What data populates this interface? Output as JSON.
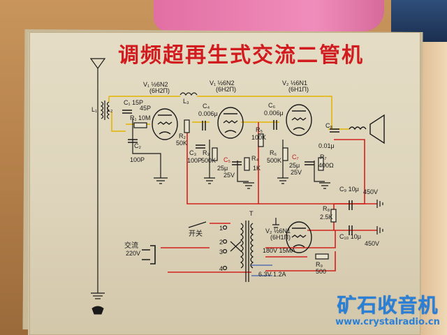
{
  "photo": {
    "title": "调频超再生式交流二管机"
  },
  "schematic": {
    "tube_labels": [
      {
        "id": "v1a",
        "main": "V₁ ½6N2",
        "sub": "(6H2Π)"
      },
      {
        "id": "v1b",
        "main": "V₁ ½6N2",
        "sub": "(6H2Π)"
      },
      {
        "id": "v2a",
        "main": "V₂ ½6N1",
        "sub": "(6H1Π)"
      },
      {
        "id": "v2b",
        "main": "V₂ ½6N1",
        "sub": "(6H1Π)"
      }
    ],
    "component_labels": [
      {
        "id": "l1",
        "text": "L₁"
      },
      {
        "id": "l2",
        "text": "L₂"
      },
      {
        "id": "l3",
        "text": "L₃"
      },
      {
        "id": "c1",
        "text": "C₁ 15P"
      },
      {
        "id": "c1b",
        "text": "45P"
      },
      {
        "id": "r1",
        "text": "R₁ 10M"
      },
      {
        "id": "c2",
        "text": "C₂"
      },
      {
        "id": "c2v",
        "text": "100P"
      },
      {
        "id": "r2",
        "text": "R₂"
      },
      {
        "id": "r2v",
        "text": "50K"
      },
      {
        "id": "c3",
        "text": "C₃"
      },
      {
        "id": "c3v",
        "text": "100P"
      },
      {
        "id": "c4",
        "text": "C₄"
      },
      {
        "id": "c4v",
        "text": "0.006μ"
      },
      {
        "id": "r3",
        "text": "R₃"
      },
      {
        "id": "r3v",
        "text": "500K"
      },
      {
        "id": "c5",
        "text": "C₅"
      },
      {
        "id": "c5v",
        "text": "25μ"
      },
      {
        "id": "c5vv",
        "text": "25V"
      },
      {
        "id": "r4",
        "text": "R₄"
      },
      {
        "id": "r4v",
        "text": "1K"
      },
      {
        "id": "r5",
        "text": "R₅"
      },
      {
        "id": "r5v",
        "text": "100K"
      },
      {
        "id": "c6",
        "text": "C₆"
      },
      {
        "id": "c6v",
        "text": "0.006μ"
      },
      {
        "id": "r6",
        "text": "R₆"
      },
      {
        "id": "r6v",
        "text": "500K"
      },
      {
        "id": "c7",
        "text": "C₇"
      },
      {
        "id": "c7v",
        "text": "25μ"
      },
      {
        "id": "c7vv",
        "text": "25V"
      },
      {
        "id": "r7",
        "text": "R₇"
      },
      {
        "id": "r7v",
        "text": "400Ω"
      },
      {
        "id": "c8",
        "text": "C₈"
      },
      {
        "id": "c8v",
        "text": "0.01μ"
      },
      {
        "id": "c9",
        "text": "C₉ 10μ"
      },
      {
        "id": "c9v",
        "text": "450V"
      },
      {
        "id": "c10",
        "text": "C₁₀ 10μ"
      },
      {
        "id": "c10v",
        "text": "450V"
      },
      {
        "id": "r8",
        "text": "R₈"
      },
      {
        "id": "r8v",
        "text": "2.5K"
      },
      {
        "id": "r9",
        "text": "R₉"
      },
      {
        "id": "r9v",
        "text": "500"
      },
      {
        "id": "t",
        "text": "T"
      },
      {
        "id": "switch",
        "text": "开关"
      },
      {
        "id": "ac",
        "text": "交流"
      },
      {
        "id": "acv",
        "text": "220V"
      },
      {
        "id": "hv",
        "text": "180V 15MA"
      },
      {
        "id": "fil",
        "text": "6.3V  1.2A"
      },
      {
        "id": "p1",
        "text": "1"
      },
      {
        "id": "p2",
        "text": "2"
      },
      {
        "id": "p3",
        "text": "3"
      },
      {
        "id": "p4",
        "text": "4"
      }
    ]
  },
  "watermark": {
    "brand": "矿石收音机",
    "url": "www.crystalradio.cn"
  },
  "colors": {
    "title_red": "#d11b1f",
    "wire_red": "#d1221c",
    "wire_yellow": "#e2b400",
    "wire_black": "#1a1a1a",
    "wire_blue": "#3b5fb0",
    "watermark_blue": "#2a7fd6"
  }
}
